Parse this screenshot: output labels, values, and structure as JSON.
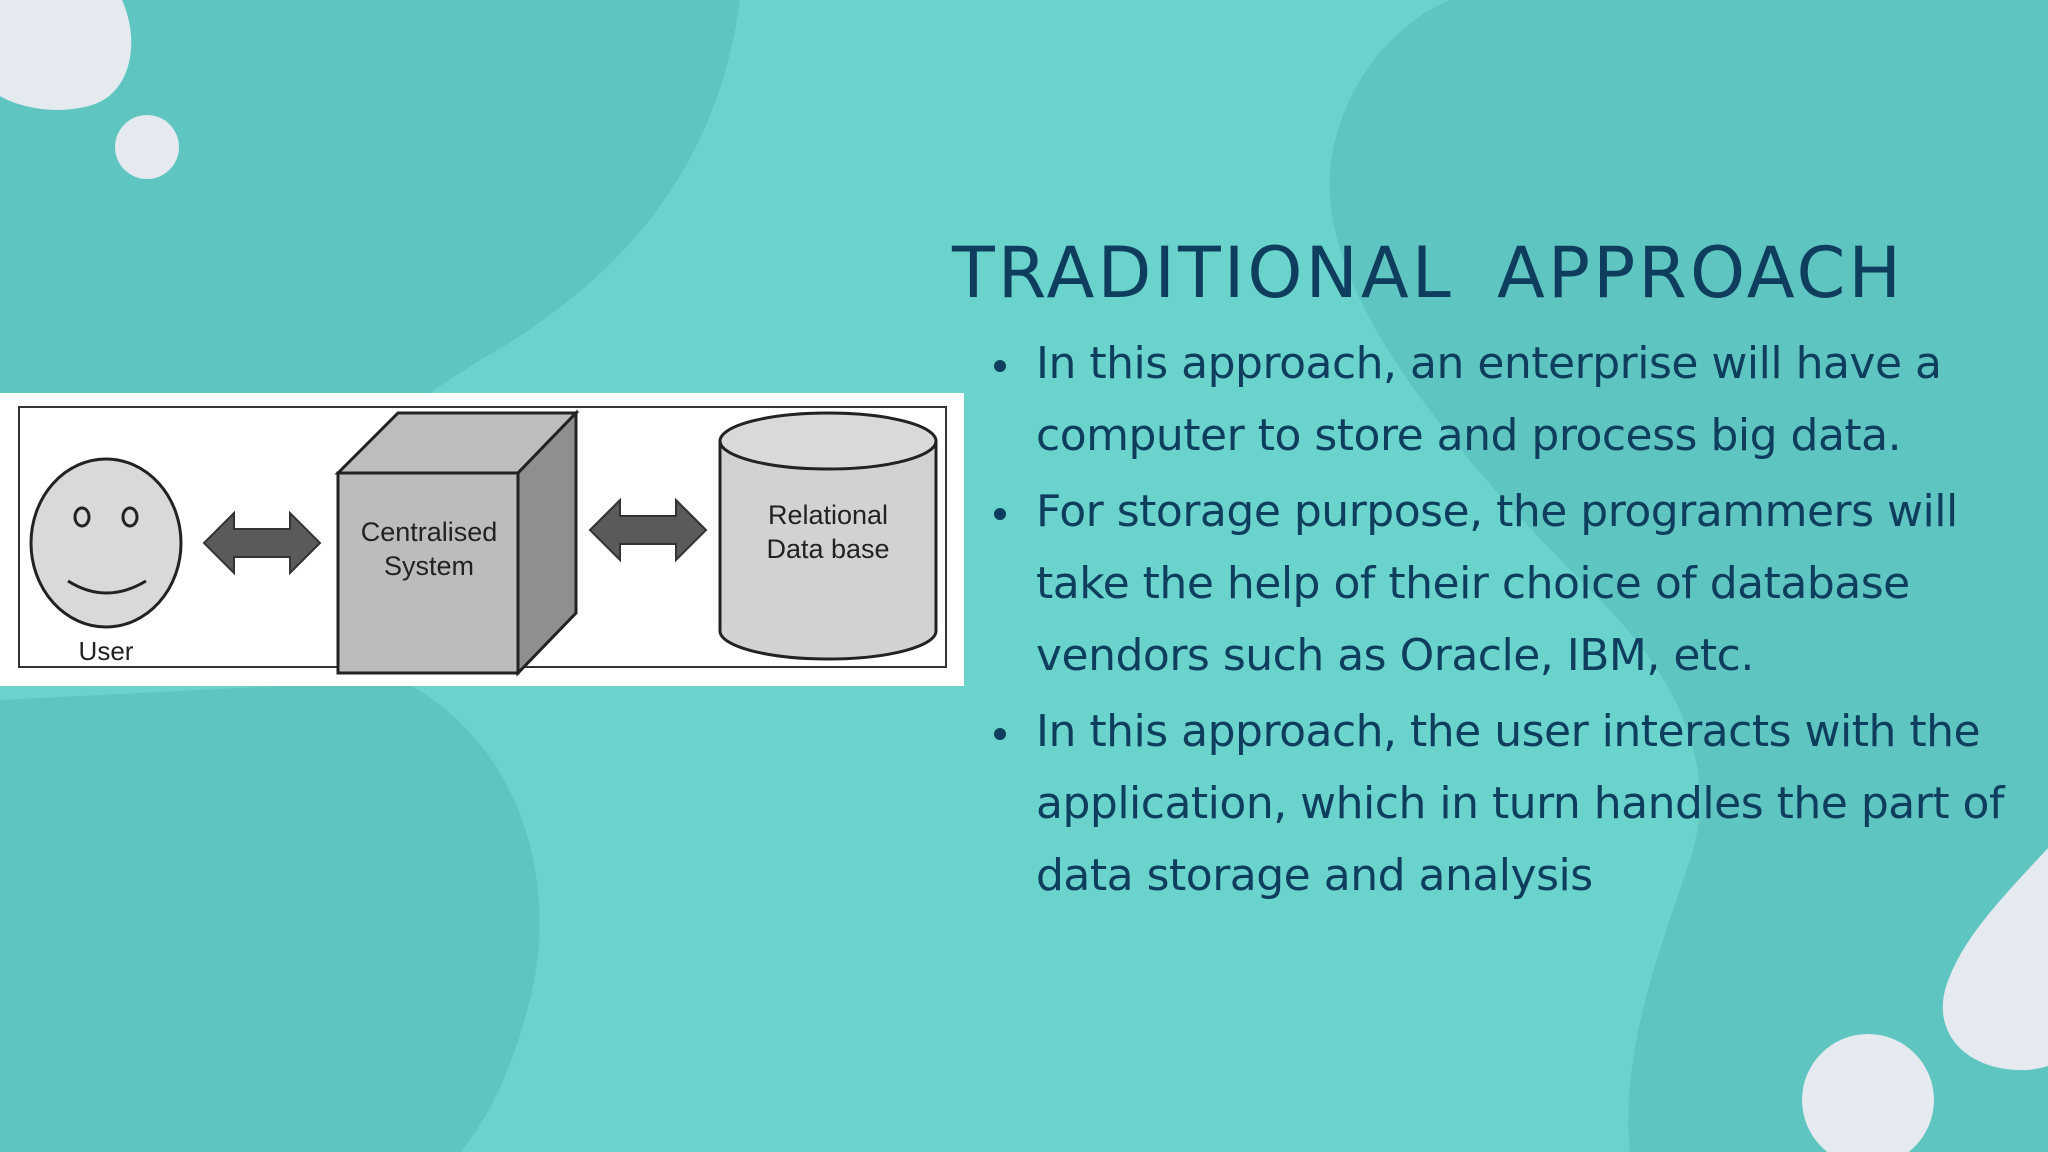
{
  "slide": {
    "title": "TRADITIONAL  APPROACH",
    "bullets": [
      "In this approach, an enterprise will have a computer to store and process big data.",
      " For storage purpose, the programmers will take the help of their choice of database vendors such as Oracle, IBM, etc.",
      "In this approach, the user interacts with the application, which in turn handles the part of data storage and analysis"
    ]
  },
  "diagram": {
    "user_label": "User",
    "system_label_line1": "Centralised",
    "system_label_line2": "System",
    "db_label_line1": "Relational",
    "db_label_line2": "Data base"
  },
  "colors": {
    "background": "#69d3cc",
    "blob": "#5ec5c1",
    "light_shape": "#e4eaf0",
    "text": "#0f3d5e"
  }
}
